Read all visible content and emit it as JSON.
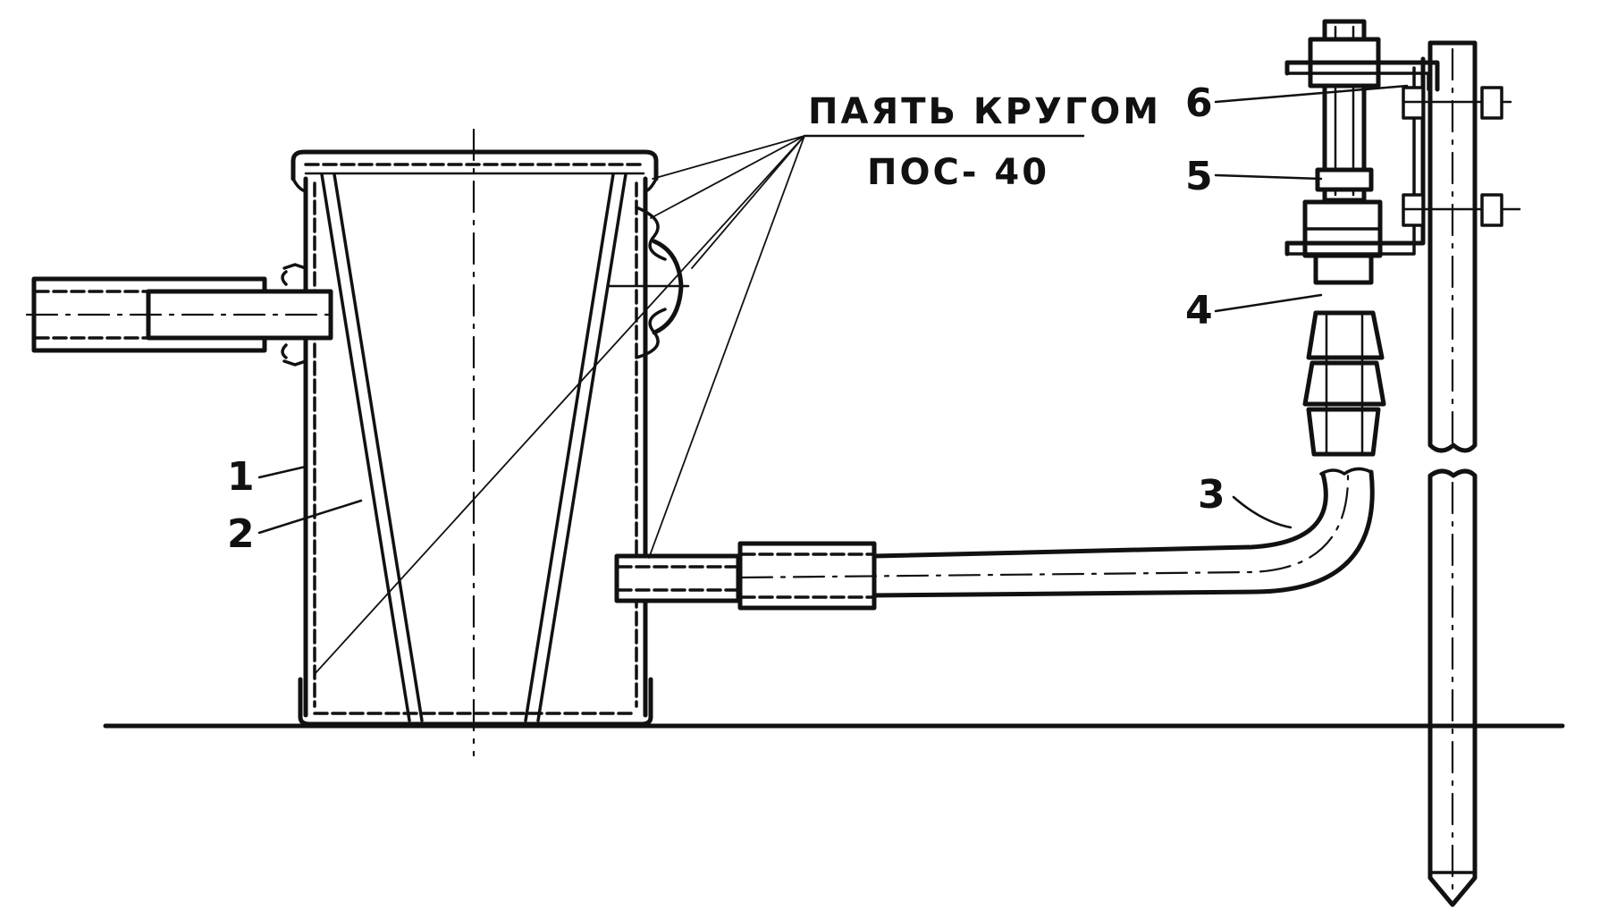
{
  "annotation": {
    "line1": "ПАЯТЬ КРУГОМ",
    "line2": "ПОС- 40"
  },
  "callouts": {
    "c1": "1",
    "c2": "2",
    "c3": "3",
    "c4": "4",
    "c5": "5",
    "c6": "6"
  }
}
